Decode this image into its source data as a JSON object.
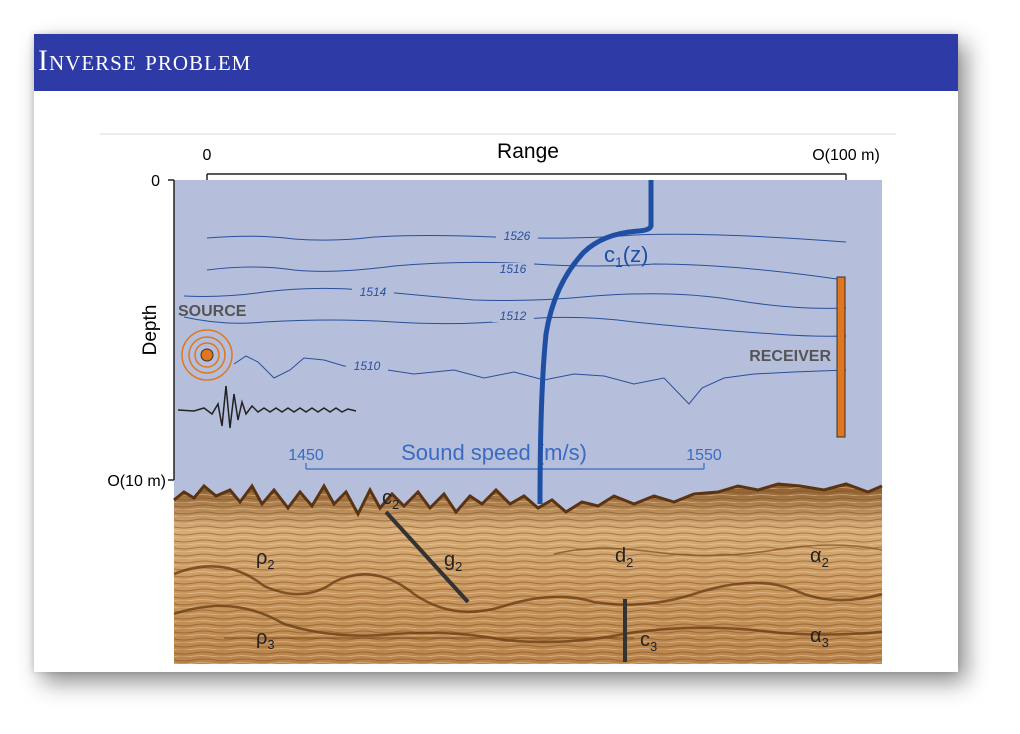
{
  "slide": {
    "title": "Inverse problem"
  },
  "figure": {
    "range_label": "Range",
    "range_start": "0",
    "range_end": "O(100 m)",
    "depth_label": "Depth",
    "depth_top": "0",
    "depth_bottom": "O(10 m)",
    "source_label": "SOURCE",
    "receiver_label": "RECEIVER",
    "sound_speed_label": "Sound speed (m/s)",
    "speed_min": "1450",
    "speed_max": "1550",
    "profile_label_base": "c",
    "profile_label_sub": "1",
    "profile_label_suffix": "(z)",
    "contours": [
      "1526",
      "1516",
      "1514",
      "1512",
      "1510"
    ],
    "sediment_labels": {
      "c2_base": "c",
      "c2_sub": "2",
      "g2_base": "g",
      "g2_sub": "2",
      "rho2_base": "ρ",
      "rho2_sub": "2",
      "d2_base": "d",
      "d2_sub": "2",
      "alpha2_base": "α",
      "alpha2_sub": "2",
      "rho3_base": "ρ",
      "rho3_sub": "3",
      "c3_base": "c",
      "c3_sub": "3",
      "alpha3_base": "α",
      "alpha3_sub": "3"
    },
    "colors": {
      "water": "#b5bfdc",
      "sediment": "#c99a63",
      "profile": "#1f4fa3",
      "receiver": "#e0761e",
      "source": "#e0761e"
    }
  }
}
